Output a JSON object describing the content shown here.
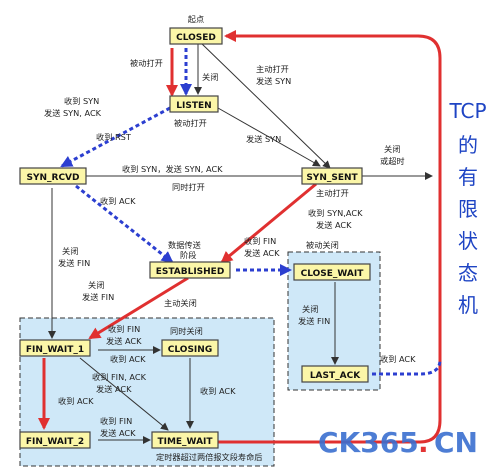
{
  "diagram": {
    "start_label": "起点",
    "side_title": {
      "en": "TCP",
      "cn": [
        "的",
        "有",
        "限",
        "状",
        "态",
        "机"
      ]
    },
    "watermark": {
      "blue": "CK365",
      "red": ".",
      "blue2": "CN"
    },
    "states": {
      "closed": "CLOSED",
      "listen": "LISTEN",
      "syn_rcvd": "SYN_RCVD",
      "syn_sent": "SYN_SENT",
      "established": "ESTABLISHED",
      "close_wait": "CLOSE_WAIT",
      "last_ack": "LAST_ACK",
      "fin_wait_1": "FIN_WAIT_1",
      "closing": "CLOSING",
      "fin_wait_2": "FIN_WAIT_2",
      "time_wait": "TIME_WAIT"
    },
    "labels": {
      "passive_open": "被动打开",
      "close_1": "关闭",
      "active_open": "主动打开",
      "send_syn": "发送 SYN",
      "recv_syn": "收到 SYN",
      "send_syn_ack": "发送 SYN, ACK",
      "passive_open_2": "被动打开",
      "recv_rst": "收到 RST",
      "send_syn_2": "发送 SYN",
      "close_2": "关闭",
      "or_timeout": "或超时",
      "recv_syn_send_synack": "收到 SYN，发送 SYN, ACK",
      "simul_open": "同时打开",
      "active_open_2": "主动打开",
      "recv_synack": "收到 SYN,ACK",
      "send_ack": "发送 ACK",
      "recv_ack": "收到 ACK",
      "data_transfer": "数据传送",
      "data_transfer_2": "阶段",
      "recv_fin": "收到 FIN",
      "send_ack_2": "发送 ACK",
      "passive_close": "被动关闭",
      "close_3": "关闭",
      "send_fin": "发送 FIN",
      "close_4": "关闭",
      "send_fin_2": "发送 FIN",
      "close_5": "关闭",
      "send_fin_3": "发送 FIN",
      "active_close": "主动关闭",
      "recv_fin_2": "收到 FIN",
      "send_ack_3": "发送 ACK",
      "simul_close": "同时关闭",
      "recv_ack_2": "收到 ACK",
      "recv_ack_3": "收到 ACK",
      "recv_fin_ack": "收到 FIN, ACK",
      "send_ack_4": "发送 ACK",
      "recv_ack_4": "收到 ACK",
      "recv_fin_3": "收到 FIN",
      "send_ack_5": "发送 ACK",
      "timer_note": "定时器超过两倍报文段寿命后",
      "recv_ack_5": "收到 ACK"
    },
    "colors": {
      "red": "#e03030",
      "blue_dash": "#2c3fd0",
      "box_fill": "#fbf6a8",
      "panel": "#cfe8f8"
    }
  }
}
